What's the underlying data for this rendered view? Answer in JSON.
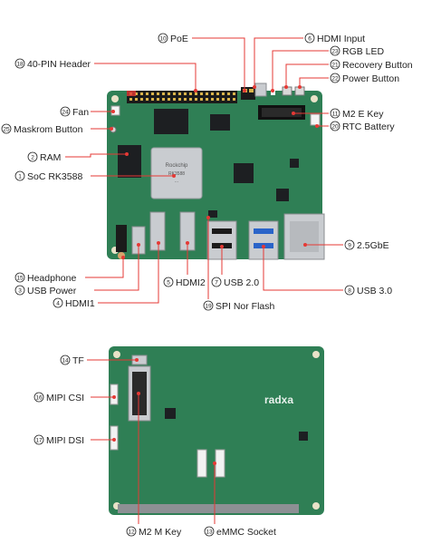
{
  "colors": {
    "pcb": "#2f7f55",
    "pcb_dark": "#25673f",
    "metal": "#c9ccd0",
    "chip": "#1d1f22",
    "leader": "#e53935"
  },
  "brand_text": "radxa",
  "chip_text": [
    "Rockchip",
    "RK3588",
    "..."
  ],
  "top_labels": [
    {
      "num": "10",
      "text": "PoE"
    },
    {
      "num": "6",
      "text": "HDMI Input"
    },
    {
      "num": "23",
      "text": "RGB LED"
    },
    {
      "num": "18",
      "text": "40-PIN Header"
    },
    {
      "num": "21",
      "text": "Recovery Button"
    },
    {
      "num": "22",
      "text": "Power Button"
    },
    {
      "num": "24",
      "text": "Fan"
    },
    {
      "num": "11",
      "text": "M2 E Key"
    },
    {
      "num": "25",
      "text": "Maskrom Button"
    },
    {
      "num": "20",
      "text": "RTC Battery"
    },
    {
      "num": "2",
      "text": "RAM"
    },
    {
      "num": "1",
      "text": "SoC RK3588"
    },
    {
      "num": "9",
      "text": "2.5GbE"
    },
    {
      "num": "15",
      "text": "Headphone"
    },
    {
      "num": "3",
      "text": "USB Power"
    },
    {
      "num": "5",
      "text": "HDMI2"
    },
    {
      "num": "7",
      "text": "USB 2.0"
    },
    {
      "num": "8",
      "text": "USB 3.0"
    },
    {
      "num": "4",
      "text": "HDMI1"
    },
    {
      "num": "19",
      "text": "SPI Nor Flash"
    }
  ],
  "bottom_labels": [
    {
      "num": "14",
      "text": "TF"
    },
    {
      "num": "16",
      "text": "MIPI CSI"
    },
    {
      "num": "17",
      "text": "MIPI DSI"
    },
    {
      "num": "12",
      "text": "M2 M Key"
    },
    {
      "num": "13",
      "text": "eMMC Socket"
    }
  ]
}
